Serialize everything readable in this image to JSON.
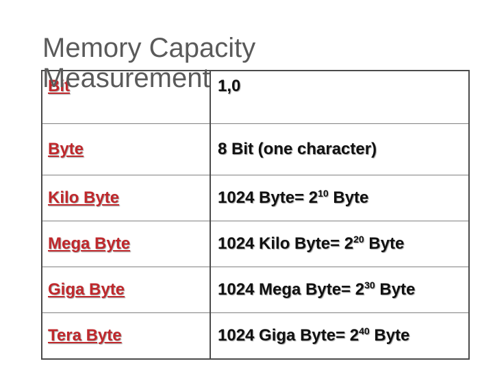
{
  "title": {
    "line1": "Memory Capacity",
    "line2": "Measurement"
  },
  "table": {
    "header": {
      "unit": "Bit",
      "value": "1,0"
    },
    "rows": [
      {
        "unit": "Byte",
        "value": "8 Bit (one character)"
      },
      {
        "unit": "Kilo Byte",
        "prefix": "1024 Byte= 2",
        "exp": "10",
        "suffix": " Byte"
      },
      {
        "unit": "Mega Byte",
        "prefix": "1024 Kilo Byte= 2",
        "exp": "20",
        "suffix": " Byte"
      },
      {
        "unit": "Giga Byte",
        "prefix": "1024 Mega Byte= 2",
        "exp": "30",
        "suffix": " Byte"
      },
      {
        "unit": "Tera Byte",
        "prefix": "1024 Giga Byte= 2",
        "exp": "40",
        "suffix": " Byte"
      }
    ]
  },
  "colors": {
    "unit_text": "#c0282c",
    "title_text": "#5a5a5a",
    "value_text": "#111111"
  }
}
